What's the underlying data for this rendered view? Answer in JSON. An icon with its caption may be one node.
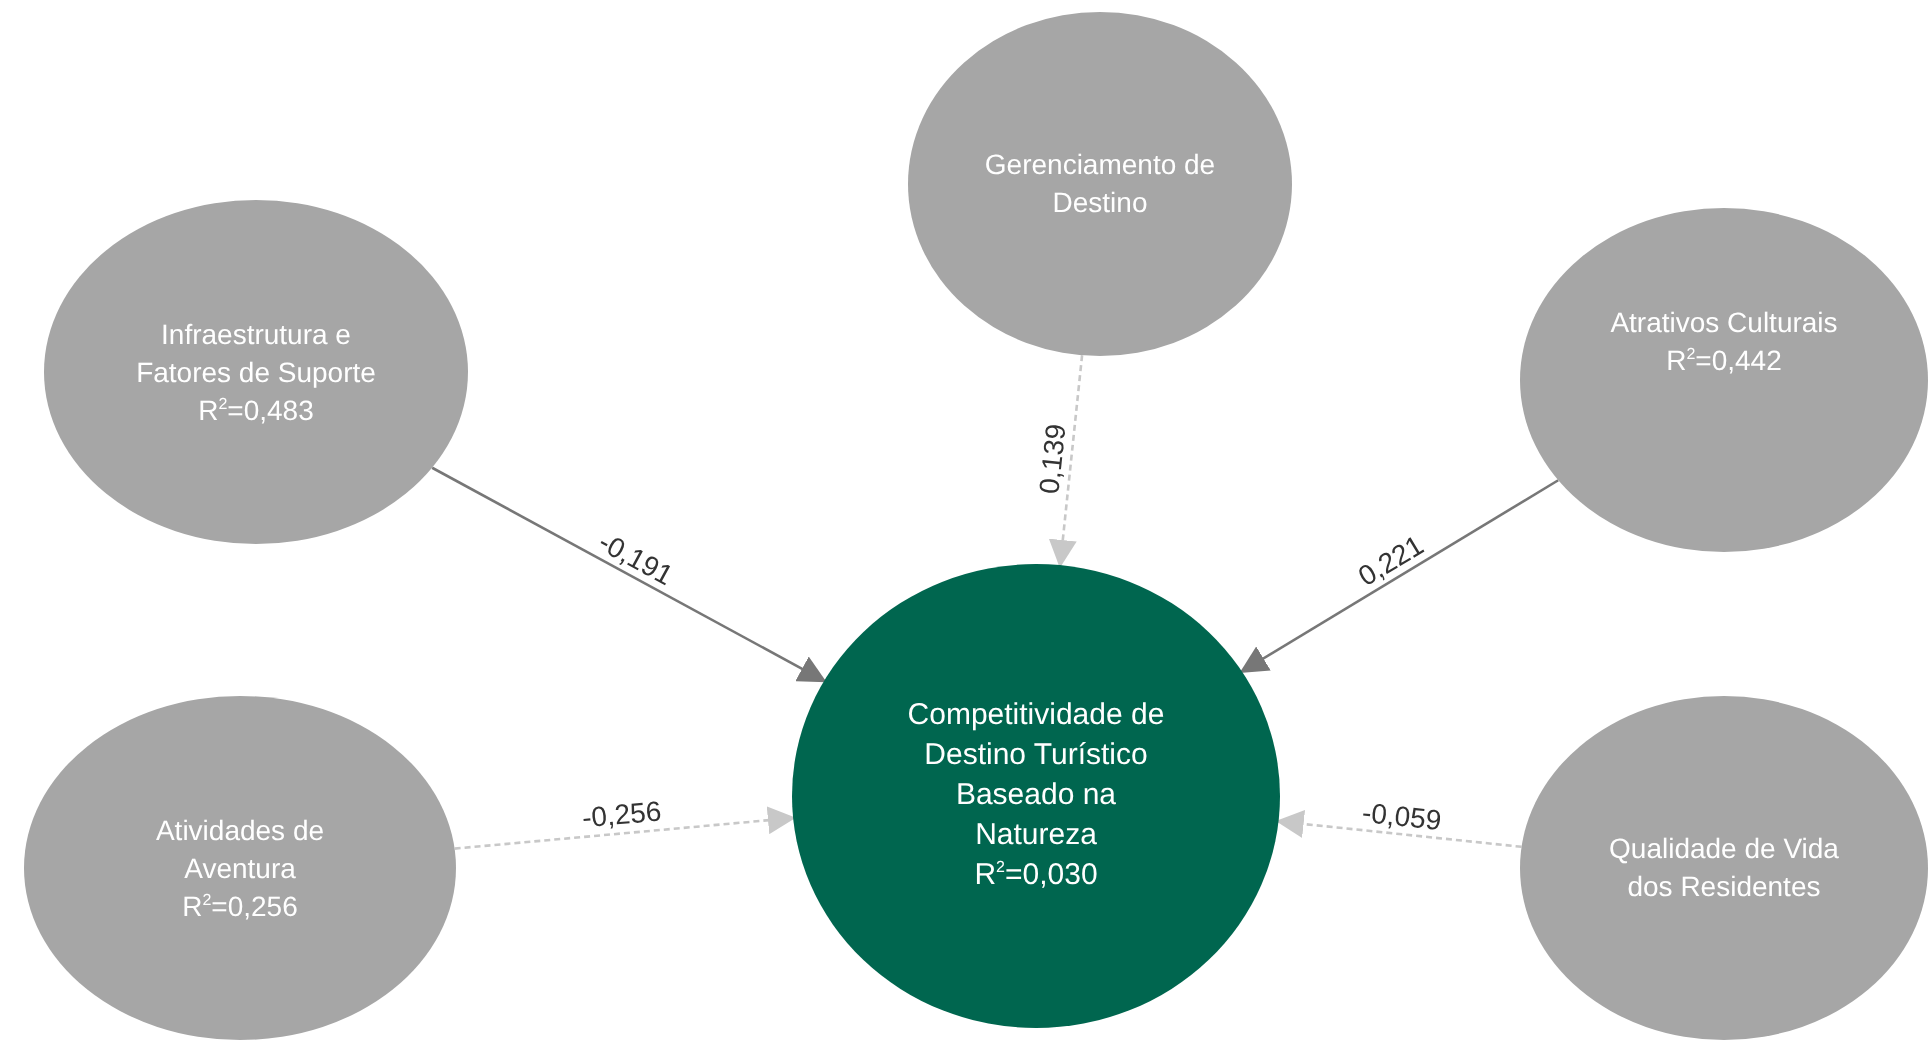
{
  "diagram": {
    "nodes": [
      {
        "text": [
          "Gerenciamento de Destino"
        ]
      },
      {
        "text": [
          "Infraestrutura e Fatores de Suporte",
          "R$^{2}$=0,483"
        ]
      },
      {
        "text": [
          "Atrativos Culturais",
          "R$^{2}$=0,442"
        ]
      },
      {
        "text": [
          "Competitividade de Destino Turístico Baseado na Natureza",
          "R$^{2}$=0,030"
        ]
      },
      {
        "text": [
          "Atividades de Aventura",
          "R$^{2}$=0,256"
        ]
      },
      {
        "text": [
          "Qualidade de Vida dos Residentes"
        ]
      }
    ],
    "edges": [
      {
        "from": 1,
        "to": 3,
        "arrow": "to",
        "label": "-0,191"
      },
      {
        "from": 0,
        "to": 3,
        "arrow": "to",
        "label": "0,139",
        "style": "dashed",
        "color": "#c8c8c8"
      },
      {
        "from": 2,
        "to": 3,
        "arrow": "to",
        "label": "0,221"
      },
      {
        "from": 4,
        "to": 3,
        "arrow": "to",
        "label": "-0,256",
        "style": "dashed",
        "color": "#c8c8c8"
      },
      {
        "from": 5,
        "to": 3,
        "arrow": "to",
        "label": "-0,059",
        "style": "dashed",
        "color": "#c8c8c8"
      }
    ]
  }
}
